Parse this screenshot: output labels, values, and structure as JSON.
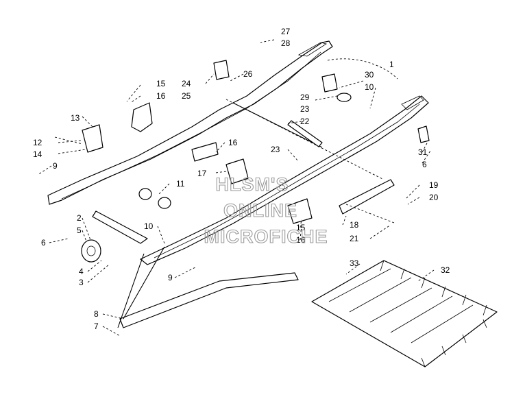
{
  "watermark": {
    "line1": "HLSM'S",
    "line2": "ONLINE",
    "line3": "MICROFICHE"
  },
  "callouts": {
    "c1": "1",
    "c27": "27",
    "c28": "28",
    "c26": "26",
    "c24": "24",
    "c25": "25",
    "c30": "30",
    "c10a": "10",
    "c29": "29",
    "c23a": "23",
    "c15a": "15",
    "c16a": "16",
    "c22": "22",
    "c13": "13",
    "c12": "12",
    "c14": "14",
    "c9a": "9",
    "c16b": "16",
    "c17": "17",
    "c31": "31",
    "c6a": "6",
    "c23b": "23",
    "c11": "11",
    "c19": "19",
    "c20": "20",
    "c2": "2",
    "c5": "5",
    "c10b": "10",
    "c15b": "15",
    "c16c": "16",
    "c18": "18",
    "c6b": "6",
    "c21": "21",
    "c4": "4",
    "c3": "3",
    "c9b": "9",
    "c33": "33",
    "c32": "32",
    "c8": "8",
    "c7": "7"
  }
}
